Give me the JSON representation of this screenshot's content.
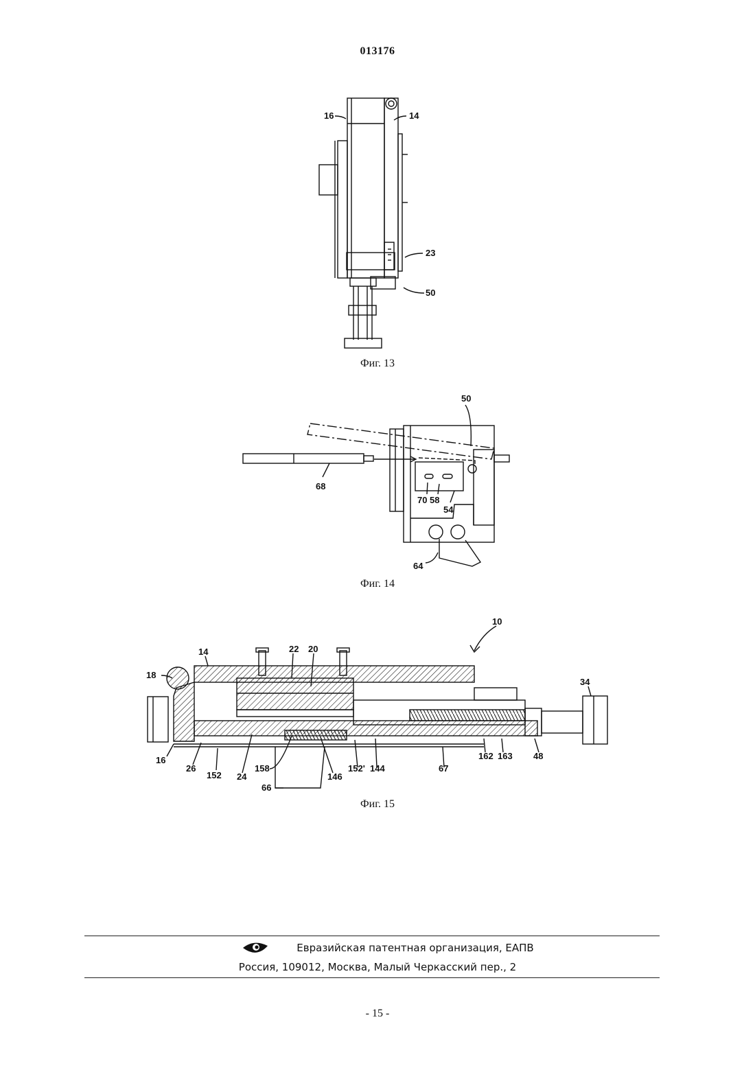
{
  "header": {
    "document_number": "013176"
  },
  "figures": [
    {
      "caption": "Фиг. 13",
      "labels": {
        "l16": "16",
        "l14": "14",
        "l23": "23",
        "l50": "50"
      }
    },
    {
      "caption": "Фиг. 14",
      "labels": {
        "l50": "50",
        "l68": "68",
        "l70": "70",
        "l58": "58",
        "l54": "54",
        "l64": "64"
      }
    },
    {
      "caption": "Фиг. 15",
      "labels": {
        "l10": "10",
        "l14": "14",
        "l22": "22",
        "l20": "20",
        "l18": "18",
        "l34": "34",
        "l16": "16",
        "l26": "26",
        "l152": "152",
        "l24": "24",
        "l158": "158",
        "l146": "146",
        "l152p": "152'",
        "l144": "144",
        "l67": "67",
        "l162": "162",
        "l163": "163",
        "l48": "48",
        "l66": "66"
      }
    }
  ],
  "footer": {
    "logo_icon": "eye-logo-icon",
    "org_line": "Евразийская патентная организация, ЕАПВ",
    "address_line": "Россия, 109012, Москва, Малый Черкасский пер., 2"
  },
  "page_number": "- 15 -"
}
